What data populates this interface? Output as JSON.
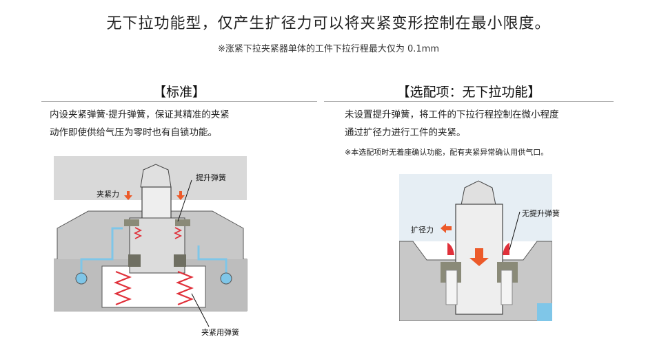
{
  "headline": "无下拉功能型，仅产生扩径力可以将夹紧变形控制在最小限度。",
  "subnote": "※涨紧下拉夹紧器单体的工件下拉行程最大仅为 0.1mm",
  "standard": {
    "title": "【标准】",
    "desc_line1": "内设夹紧弹簧·提升弹簧，保证其精准的夹紧",
    "desc_line2": "动作即使供给气压为零时也有自锁功能。",
    "label_clamp_force": "夹紧力",
    "label_lift_spring": "提升弹簧",
    "label_clamp_spring": "夹紧用弹簧"
  },
  "option": {
    "title": "【选配项：无下拉功能】",
    "desc_line1": "未设置提升弹簧，将工件的下拉行程控制在微小程度",
    "desc_line2": "通过扩径力进行工件的夹紧。",
    "note": "※本选配项时无着座确认功能，配有夹紧异常确认用供气口。",
    "label_expand_force": "扩径力",
    "label_no_lift_spring": "无提升弹簧"
  },
  "colors": {
    "body_gray": "#c8c8c8",
    "part_dark": "#8a8a78",
    "air_blue": "#7fc6e8",
    "spring_red": "#e0303a",
    "arrow_orange": "#ec5a2a"
  },
  "icons": [
    "down-arrow-icon",
    "left-arrow-icon"
  ]
}
